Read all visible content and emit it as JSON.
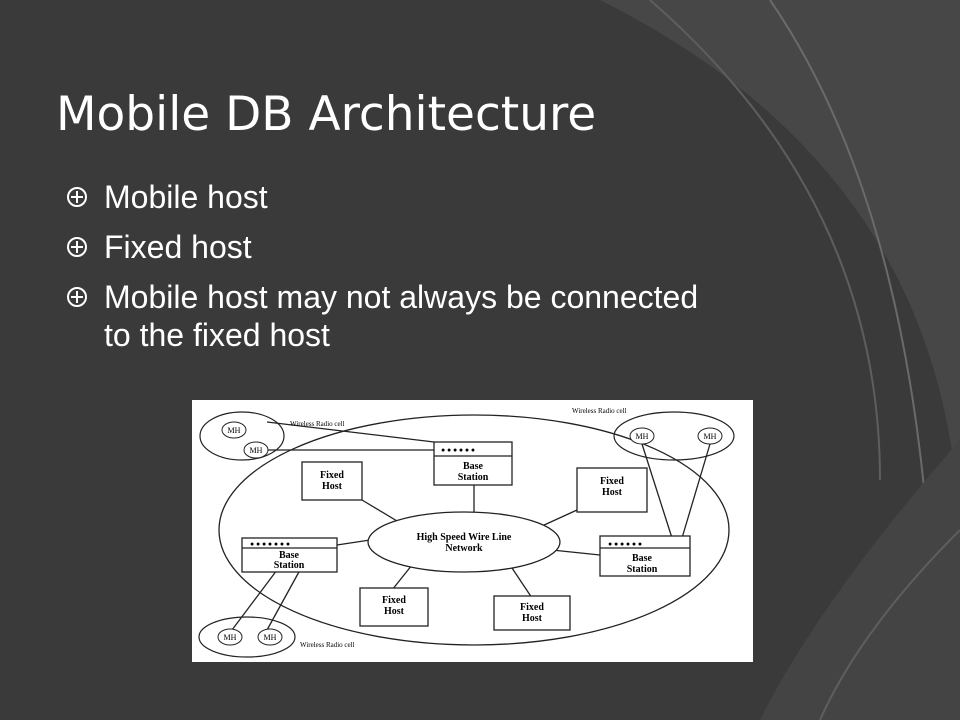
{
  "slide": {
    "title": "Mobile DB Architecture",
    "bullets": [
      "Mobile host",
      "Fixed host",
      "Mobile host may not always be connected to the fixed host"
    ],
    "theme_colors": {
      "background": "#3a3a3a",
      "text": "#ffffff",
      "arc": "#4a4a4a",
      "arc_line": "#6a6a6a"
    }
  },
  "diagram": {
    "network_label": [
      "High Speed Wire Line",
      "Network"
    ],
    "fixed_host_label": [
      "Fixed",
      "Host"
    ],
    "base_station_label": [
      "Base",
      "Station"
    ],
    "mobile_host_label": "MH",
    "wireless_cell_label": "Wireless Radio cell"
  }
}
